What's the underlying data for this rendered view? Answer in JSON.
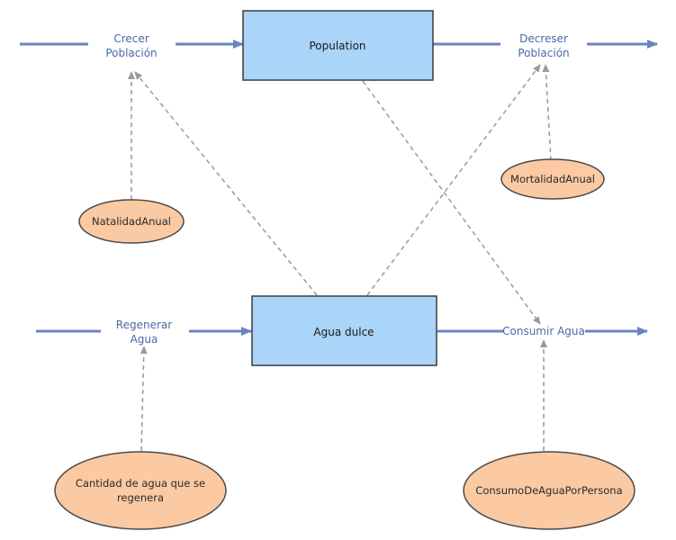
{
  "stocks": {
    "population": {
      "label": "Population"
    },
    "agua_dulce": {
      "label": "Agua dulce"
    }
  },
  "flows": {
    "crecer": {
      "line1": "Crecer",
      "line2": "Población"
    },
    "decrecer": {
      "line1": "Decreser",
      "line2": "Población"
    },
    "regenerar": {
      "line1": "Regenerar",
      "line2": "Agua"
    },
    "consumir": {
      "line1": "Consumir Agua"
    }
  },
  "auxiliaries": {
    "natalidad": {
      "line1": "NatalidadAnual"
    },
    "mortalidad": {
      "line1": "MortalidadAnual"
    },
    "cantidad": {
      "line1": "Cantidad de agua que se",
      "line2": "regenera"
    },
    "consumo": {
      "line1": "ConsumoDeAguaPorPersona"
    }
  },
  "colors": {
    "stock_fill": "#aad4f8",
    "stock_stroke": "#3b3b3b",
    "flow_line": "#6b84bf",
    "aux_fill": "#fbc9a2",
    "aux_stroke": "#4a4a4a",
    "link_line": "#9a9a9a"
  }
}
